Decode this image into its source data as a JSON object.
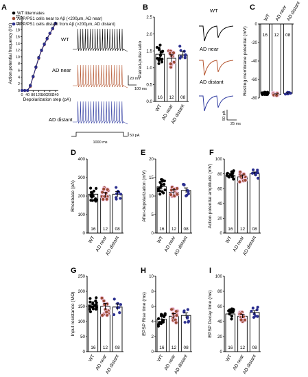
{
  "colors": {
    "wt": "#000000",
    "near": "#9a4a33",
    "distant": "#2b2f8f",
    "highlight": "#f4c9e4",
    "near_trace": "#b5552f",
    "distant_trace": "#2e3aa0"
  },
  "panels": {
    "A": "A",
    "B": "B",
    "C": "C",
    "D": "D",
    "E": "E",
    "F": "F",
    "G": "G",
    "H": "H",
    "I": "I"
  },
  "chart_data": [
    {
      "panel": "A",
      "type": "line",
      "xlabel": "Depolarization step (pA)",
      "ylabel": "Action potential frequency (Hz)",
      "x_tick_labels": [
        "0",
        "40",
        "80",
        "120",
        "160",
        "200",
        "240"
      ],
      "y_tick_labels": [
        "0",
        "2",
        "4",
        "6",
        "8",
        "10",
        "12",
        "14",
        "16",
        "18",
        "20",
        "22"
      ],
      "xlim": [
        0,
        260
      ],
      "ylim": [
        0,
        22
      ],
      "x": [
        0,
        20,
        40,
        60,
        80,
        100,
        120,
        140,
        160,
        180,
        200,
        220,
        240
      ],
      "legend_position": "top-left",
      "series": [
        {
          "name": "WT littermates",
          "values": [
            0,
            0,
            0,
            1.5,
            4.2,
            7,
            9.8,
            12,
            13.8,
            15.5,
            17,
            18.5,
            20
          ]
        },
        {
          "name": "APP/PS1 cells near to Aβ (<200μm, AD near)",
          "values": [
            0,
            0,
            0,
            1.2,
            4,
            6.8,
            9.5,
            11.8,
            13.6,
            15.3,
            16.9,
            18.3,
            19.8
          ]
        },
        {
          "name": "APP/PS1 cells distant from Aβ (>200μm, AD distant)",
          "values": [
            0,
            0,
            0,
            1.4,
            4.1,
            6.9,
            9.7,
            11.9,
            13.7,
            15.4,
            17,
            18.4,
            19.9
          ]
        }
      ],
      "trace_labels": [
        "WT",
        "AD near",
        "AD distant"
      ],
      "scalebar": {
        "v": "20 mV",
        "t": "100 ms",
        "i": "50 pA",
        "dur": "1000 ms"
      }
    },
    {
      "panel": "B",
      "type": "bar",
      "ylabel": "Paired-pulse ratio",
      "categories": [
        "WT",
        "AD near",
        "AD distant"
      ],
      "values": [
        1.4,
        1.28,
        1.38
      ],
      "ylim": [
        0,
        2.5
      ],
      "y_tick_labels": [
        "0.0",
        "0.5",
        "1.0",
        "1.5",
        "2.0",
        "2.5"
      ],
      "n_labels": [
        "16",
        "12",
        "08"
      ],
      "trace_labels": [
        "WT",
        "AD near",
        "AD distant"
      ],
      "scalebar": {
        "v": "50 pA",
        "t": "25 ms"
      }
    },
    {
      "panel": "C",
      "type": "bar",
      "ylabel": "Resting membrane potential (mV)",
      "categories": [
        "WT",
        "AD near",
        "AD distant"
      ],
      "values": [
        -75,
        -76,
        -75
      ],
      "ylim": [
        -80,
        0
      ],
      "y_tick_labels": [
        "0",
        "-20",
        "-40",
        "-60",
        "-80"
      ],
      "n_labels": [
        "16",
        "12",
        "08"
      ]
    },
    {
      "panel": "D",
      "type": "bar",
      "ylabel": "Rheobase (pA)",
      "categories": [
        "WT",
        "AD near",
        "AD distant"
      ],
      "values": [
        210,
        205,
        210
      ],
      "ylim": [
        0,
        400
      ],
      "y_tick_labels": [
        "0",
        "100",
        "200",
        "300",
        "400"
      ],
      "n_labels": [
        "16",
        "12",
        "08"
      ]
    },
    {
      "panel": "E",
      "type": "bar",
      "ylabel": "After-depolarization (mV)",
      "categories": [
        "WT",
        "AD near",
        "AD distant"
      ],
      "values": [
        12.5,
        11,
        11.5
      ],
      "ylim": [
        0,
        20
      ],
      "y_tick_labels": [
        "0",
        "5",
        "10",
        "15",
        "20"
      ],
      "n_labels": [
        "16",
        "12",
        "08"
      ]
    },
    {
      "panel": "F",
      "type": "bar",
      "ylabel": "Action potential amplitude (mV)",
      "categories": [
        "WT",
        "AD near",
        "AD distant"
      ],
      "values": [
        78,
        76,
        80
      ],
      "ylim": [
        0,
        100
      ],
      "y_tick_labels": [
        "0",
        "20",
        "40",
        "60",
        "80",
        "100"
      ],
      "n_labels": [
        "16",
        "12",
        "08"
      ]
    },
    {
      "panel": "G",
      "type": "bar",
      "ylabel": "Input resistance (MΩ)",
      "categories": [
        "WT",
        "AD near",
        "AD distant"
      ],
      "values": [
        155,
        150,
        148
      ],
      "ylim": [
        0,
        250
      ],
      "y_tick_labels": [
        "0",
        "50",
        "100",
        "150",
        "200",
        "250"
      ],
      "n_labels": [
        "16",
        "12",
        "08"
      ]
    },
    {
      "panel": "H",
      "type": "bar",
      "ylabel": "EPSP Rise time (ms)",
      "categories": [
        "WT",
        "AD near",
        "AD distant"
      ],
      "values": [
        4.3,
        4.7,
        4.8
      ],
      "ylim": [
        0,
        10
      ],
      "y_tick_labels": [
        "0",
        "2",
        "4",
        "6",
        "8",
        "10"
      ],
      "n_labels": [
        "16",
        "12",
        "08"
      ]
    },
    {
      "panel": "I",
      "type": "bar",
      "ylabel": "EPSP Decay time (ms)",
      "categories": [
        "WT",
        "AD near",
        "AD distant"
      ],
      "values": [
        50,
        47,
        52
      ],
      "ylim": [
        0,
        100
      ],
      "y_tick_labels": [
        "0",
        "20",
        "40",
        "60",
        "80",
        "100"
      ],
      "n_labels": [
        "16",
        "12",
        "08"
      ]
    }
  ]
}
